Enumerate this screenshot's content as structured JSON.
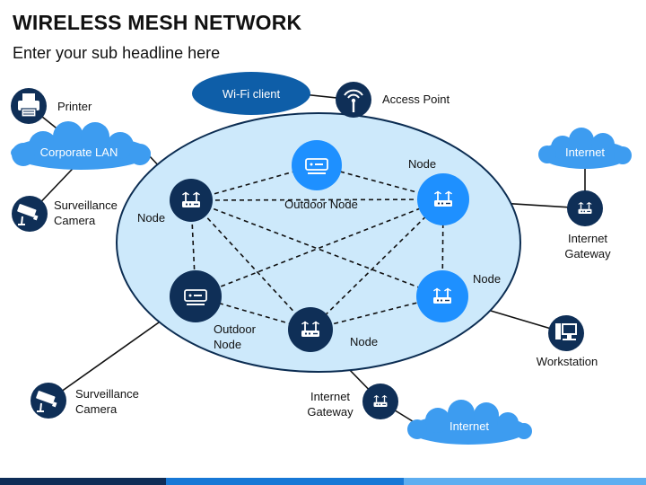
{
  "header": {
    "title": "WIRELESS MESH NETWORK",
    "subtitle": "Enter your sub headline here"
  },
  "colors": {
    "dark_node": "#0f2f57",
    "light_node": "#1e90ff",
    "mesh_fill": "#cde9fb",
    "mesh_stroke": "#0c2d52",
    "cloud": "#3d9cf0",
    "client_ellipse": "#0e5ea8",
    "bottom_bar": [
      "#0e2d57",
      "#1778d6",
      "#5eaef0"
    ]
  },
  "labels": {
    "wifi_client": "Wi-Fi client",
    "access_point": "Access Point",
    "printer": "Printer",
    "corporate_lan": "Corporate LAN",
    "surveillance_camera_top": [
      "Surveillance",
      "Camera"
    ],
    "node_left": "Node",
    "outdoor_node_top": "Outdoor Node",
    "node_top_right": "Node",
    "internet_top": "Internet",
    "internet_gateway_right": [
      "Internet",
      "Gateway"
    ],
    "node_right": "Node",
    "outdoor_node_left": [
      "Outdoor",
      "Node"
    ],
    "node_bottom": "Node",
    "workstation": "Workstation",
    "surveillance_camera_bottom": [
      "Surveillance",
      "Camera"
    ],
    "internet_gateway_bottom": [
      "Internet",
      "Gateway"
    ],
    "internet_bottom": "Internet"
  },
  "icons": {
    "access_point": "access-point-icon",
    "printer": "printer-icon",
    "camera": "security-camera-icon",
    "router": "wireless-router-icon",
    "outdoor": "outdoor-node-icon",
    "workstation": "workstation-icon"
  }
}
